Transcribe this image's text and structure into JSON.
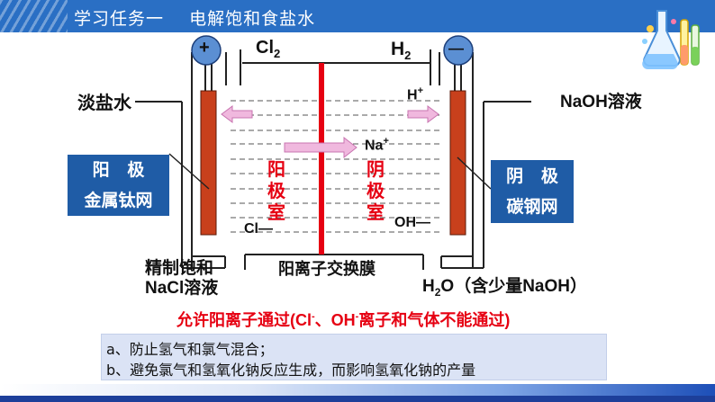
{
  "header": {
    "title": "学习任务一    电解饱和食盐水"
  },
  "labels": {
    "cl2_main": "Cl",
    "cl2_sub": "2",
    "h2_main": "H",
    "h2_sub": "2",
    "plus": "+",
    "minus": "—",
    "dilute_brine": "淡盐水",
    "naoh_solution": "NaOH溶液",
    "h_plus_main": "H",
    "h_plus_sup": "+",
    "na_plus_main": "Na",
    "na_plus_sup": "+",
    "oh_minus": "OH—",
    "cl_minus": "Cl—",
    "brine_line1": "精制饱和",
    "brine_line2": "NaCl溶液",
    "membrane": "阳离子交换膜",
    "water_main": "H",
    "water_sub": "2",
    "water_rest": "O（含少量NaOH）"
  },
  "anode_box": {
    "line1": "阳   极",
    "line2": "金属钛网"
  },
  "cathode_box": {
    "line1": "阴   极",
    "line2": "碳钢网"
  },
  "anode_chamber_label": [
    "阳",
    "极",
    "室"
  ],
  "cathode_chamber_label": [
    "阴",
    "极",
    "室"
  ],
  "allow_text": {
    "part1": "允许阳离子通过(Cl",
    "sup1": "-",
    "part2": "、OH",
    "sup2": "-",
    "part3": "离子和气体不能通过)"
  },
  "notes": [
    "a、防止氢气和氯气混合；",
    "b、避免氯气和氢氧化钠反应生成，而影响氢氧化钠的产量"
  ],
  "colors": {
    "header": "#2a6fc4",
    "box": "#1f5ca6",
    "membrane": "#e60012",
    "electrode": "#c8401c",
    "arrow": "#f0b8de",
    "note_bg": "#dbe3f5"
  },
  "icons": [
    "lab-flask-icon"
  ]
}
